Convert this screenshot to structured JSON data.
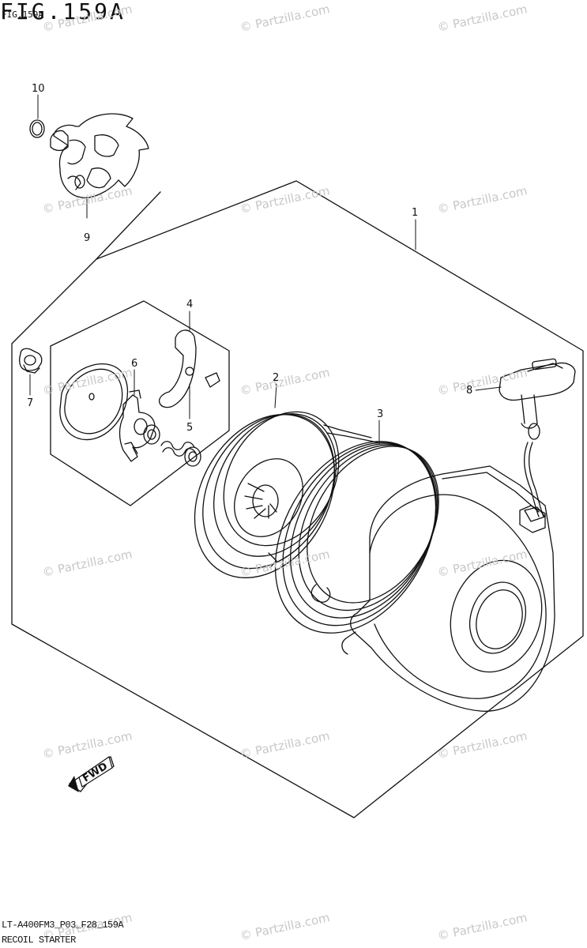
{
  "figure": {
    "title": "FIG.159A",
    "sub_id": "FIG.159A",
    "model_code": "LT-A400FM3_P03_F28_159A",
    "caption": "RECOIL STARTER",
    "fwd_label": "FWD"
  },
  "watermark": "© Partzilla.com",
  "callouts": [
    "10",
    "9",
    "1",
    "4",
    "6",
    "7",
    "5",
    "2",
    "3",
    "8"
  ],
  "colors": {
    "line": "#111111",
    "watermark": "#c8c8c8"
  }
}
